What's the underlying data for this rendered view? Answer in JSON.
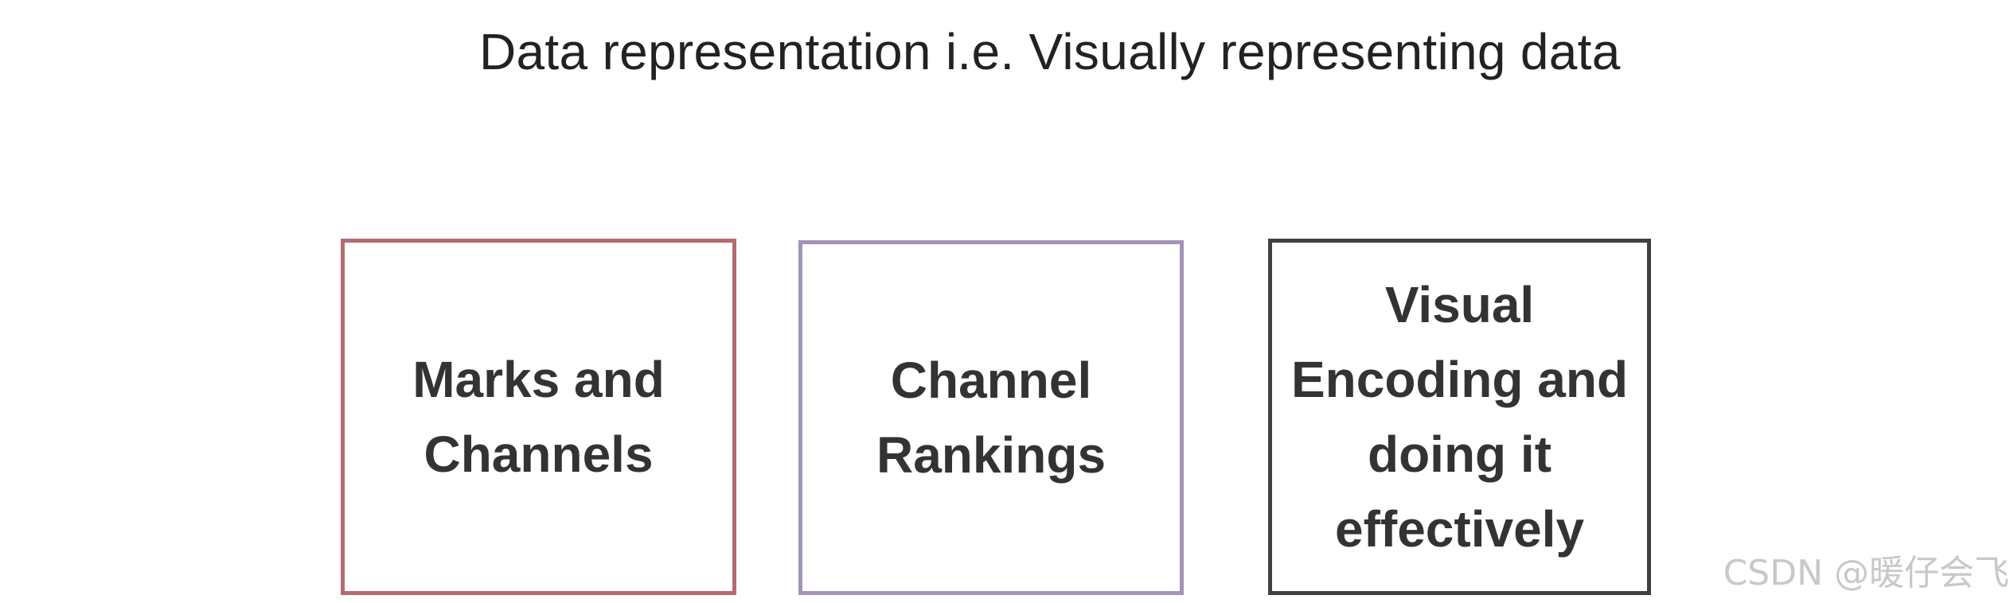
{
  "title": "Data representation i.e. Visually representing data",
  "boxes": [
    {
      "label": "Marks and Channels",
      "border_color": "#b56b70"
    },
    {
      "label": "Channel Rankings",
      "border_color": "#a393b8"
    },
    {
      "label": "Visual Encoding and doing it effectively",
      "border_color": "#404040"
    }
  ],
  "watermark": "CSDN @暖仔会飞"
}
